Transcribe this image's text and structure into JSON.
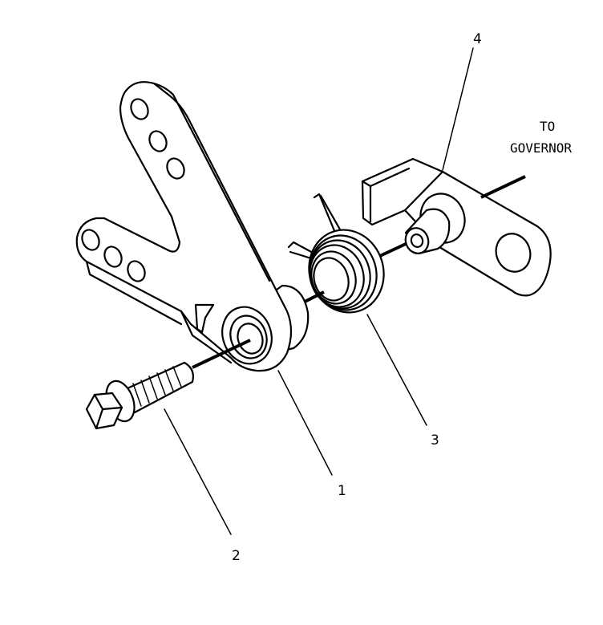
{
  "callouts": [
    {
      "id": "1",
      "label": "1"
    },
    {
      "id": "2",
      "label": "2"
    },
    {
      "id": "3",
      "label": "3"
    },
    {
      "id": "4",
      "label": "4"
    }
  ],
  "annotation": {
    "line1": "TO",
    "line2": "GOVERNOR"
  }
}
